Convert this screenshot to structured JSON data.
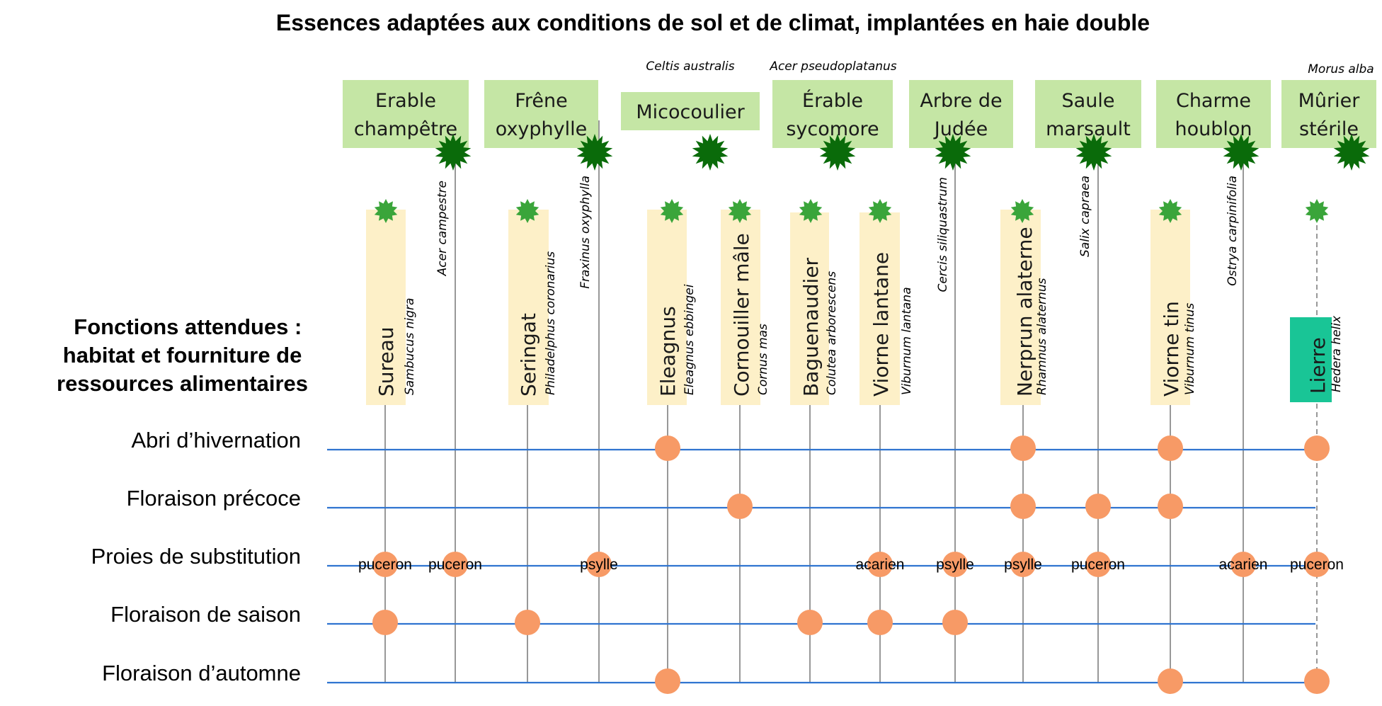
{
  "title": "Essences adaptées aux conditions de sol et de climat, implantées en haie double",
  "functions_heading": [
    "Fonctions attendues :",
    "habitat et fourniture de",
    "ressources alimentaires"
  ],
  "colors": {
    "tree_box": "#c5e6a5",
    "shrub_box": "#fdf0c8",
    "ivy_box": "#19c596",
    "row_line": "#2f74d0",
    "stem_line": "#7f7f7f",
    "dot": "#f79a66",
    "tree_star": "#0a6b0a",
    "shrub_star": "#3aa53a"
  },
  "rows": [
    {
      "key": "abri",
      "label": "Abri d’hivernation"
    },
    {
      "key": "precoce",
      "label": "Floraison  précoce"
    },
    {
      "key": "proies",
      "label": "Proies  de  substitution"
    },
    {
      "key": "saison",
      "label": "Floraison  de  saison"
    },
    {
      "key": "automne",
      "label": "Floraison  d’automne"
    }
  ],
  "trees": [
    {
      "name": [
        "Erable",
        "champêtre"
      ],
      "latin": "Acer campestre",
      "latin_pos": "side",
      "functions": {
        "proies": "puceron"
      }
    },
    {
      "name": [
        "Frêne",
        "oxyphylle"
      ],
      "latin": "Fraxinus oxyphylla",
      "latin_pos": "side",
      "functions": {
        "proies": "psylle"
      }
    },
    {
      "name": [
        "Micocoulier"
      ],
      "latin": "Celtis australis",
      "latin_pos": "top",
      "functions": {}
    },
    {
      "name": [
        "Érable",
        "sycomore"
      ],
      "latin": "Acer pseudoplatanus",
      "latin_pos": "top",
      "functions": {}
    },
    {
      "name": [
        "Arbre de",
        "Judée"
      ],
      "latin": "Cercis siliquastrum",
      "latin_pos": "side",
      "functions": {
        "proies": "psylle",
        "saison": ""
      }
    },
    {
      "name": [
        "Saule",
        "marsault"
      ],
      "latin": "Salix capraea",
      "latin_pos": "side",
      "functions": {
        "precoce": "",
        "proies": "puceron"
      }
    },
    {
      "name": [
        "Charme",
        "houblon"
      ],
      "latin": "Ostrya carpinifolia",
      "latin_pos": "side",
      "functions": {
        "proies": "acarien"
      }
    },
    {
      "name": [
        "Mûrier",
        "stérile"
      ],
      "latin": "Morus alba",
      "latin_pos": "top",
      "functions": {}
    }
  ],
  "shrubs": [
    {
      "name": "Sureau",
      "latin": "Sambucus nigra",
      "functions": {
        "proies": "puceron",
        "saison": ""
      }
    },
    {
      "name": "Seringat",
      "latin": "Philadelphus coronarius",
      "functions": {
        "saison": ""
      }
    },
    {
      "name": "Eleagnus",
      "latin": "Eleagnus ebbingei",
      "functions": {
        "abri": "",
        "automne": ""
      }
    },
    {
      "name": "Cornouiller mâle",
      "latin": "Cornus mas",
      "functions": {
        "precoce": ""
      }
    },
    {
      "name": "Baguenaudier",
      "latin": "Colutea arborescens",
      "functions": {
        "saison": ""
      }
    },
    {
      "name": "Viorne lantane",
      "latin": "Viburnum lantana",
      "functions": {
        "proies": "acarien",
        "saison": ""
      }
    },
    {
      "name": "Nerprun alaterne",
      "latin": "Rhamnus alaternus",
      "functions": {
        "abri": "",
        "precoce": "",
        "proies": "psylle"
      }
    },
    {
      "name": "Viorne tin",
      "latin": "Viburnum tinus",
      "functions": {
        "abri": "",
        "precoce": "",
        "automne": ""
      }
    },
    {
      "name": "Lierre",
      "latin": "Hedera helix",
      "functions": {
        "abri": "",
        "proies": "puceron",
        "automne": ""
      }
    }
  ]
}
